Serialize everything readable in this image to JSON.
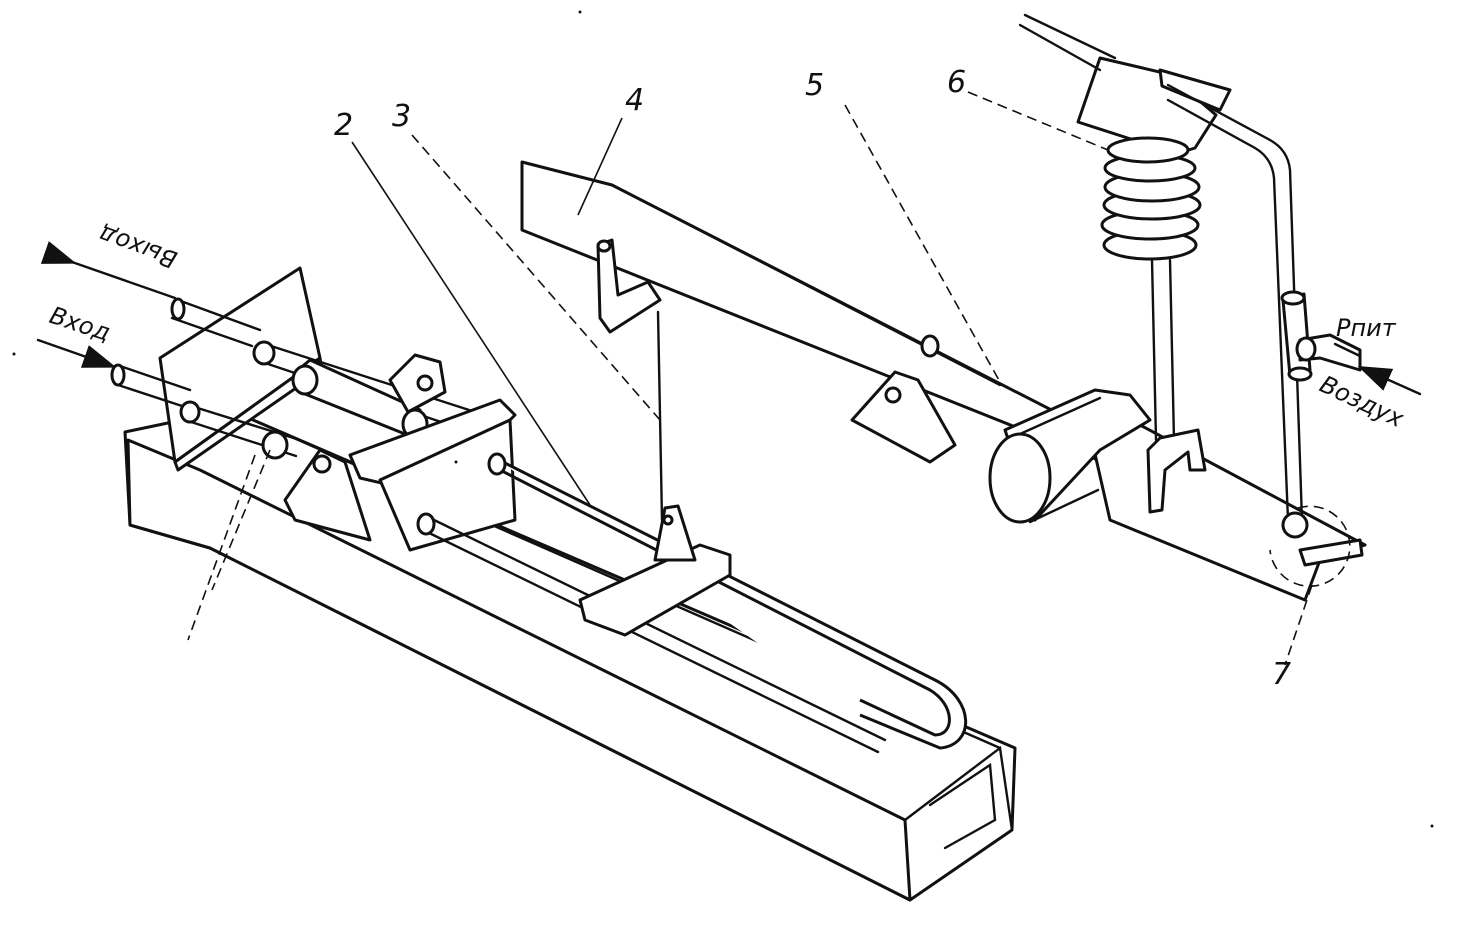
{
  "labels": {
    "callout_2": "2",
    "callout_3": "3",
    "callout_4": "4",
    "callout_5": "5",
    "callout_6": "6",
    "callout_7": "7"
  },
  "signals": {
    "output": "Выход",
    "input": "Вход",
    "supply_pressure": "Рпит",
    "air": "Воздух"
  }
}
